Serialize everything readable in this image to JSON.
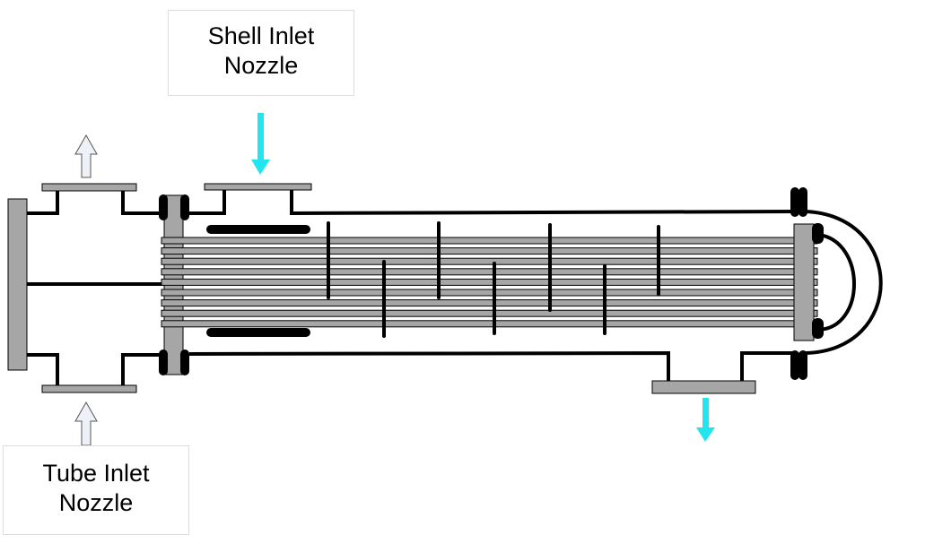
{
  "labels": {
    "shell_inlet_line1": "Shell Inlet",
    "shell_inlet_line2": "Nozzle",
    "tube_inlet_line1": "Tube Inlet",
    "tube_inlet_line2": "Nozzle"
  },
  "colors": {
    "shell_fluid_arrow": "#22e5f0",
    "tube_fluid_arrow": "#eef2f8",
    "metal_gray": "#a6a6a6",
    "outline": "#000000"
  },
  "tube_count": 9
}
